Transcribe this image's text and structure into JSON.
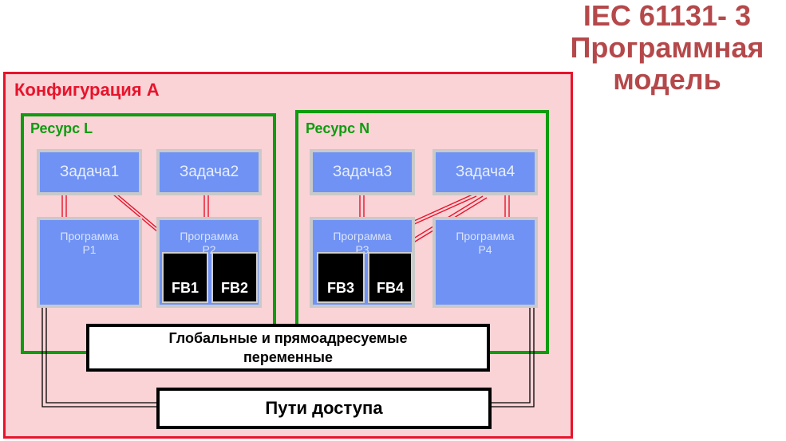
{
  "title": [
    "IEC 61131- 3",
    "Программная",
    "модель"
  ],
  "configuration": {
    "label": "Конфигурация A"
  },
  "resources": [
    {
      "label": "Ресурс L"
    },
    {
      "label": "Ресурс N"
    }
  ],
  "tasks": [
    "Задача1",
    "Задача2",
    "Задача3",
    "Задача4"
  ],
  "programs": [
    {
      "name": "Программа",
      "id": "P1"
    },
    {
      "name": "Программа",
      "id": "P2"
    },
    {
      "name": "Программа",
      "id": "P3"
    },
    {
      "name": "Программа",
      "id": "P4"
    }
  ],
  "function_blocks": [
    "FB1",
    "FB2",
    "FB3",
    "FB4"
  ],
  "global_vars": [
    "Глобальные и прямоадресуемые",
    "переменные"
  ],
  "access_paths": "Пути доступа",
  "colors": {
    "title": "#b5484a",
    "configuration_border": "#e8132b",
    "configuration_fill": "#f9d3d6",
    "resource_border": "#0f9c0f",
    "task_fill": "#6f92f4",
    "link_line": "#e8132b"
  }
}
